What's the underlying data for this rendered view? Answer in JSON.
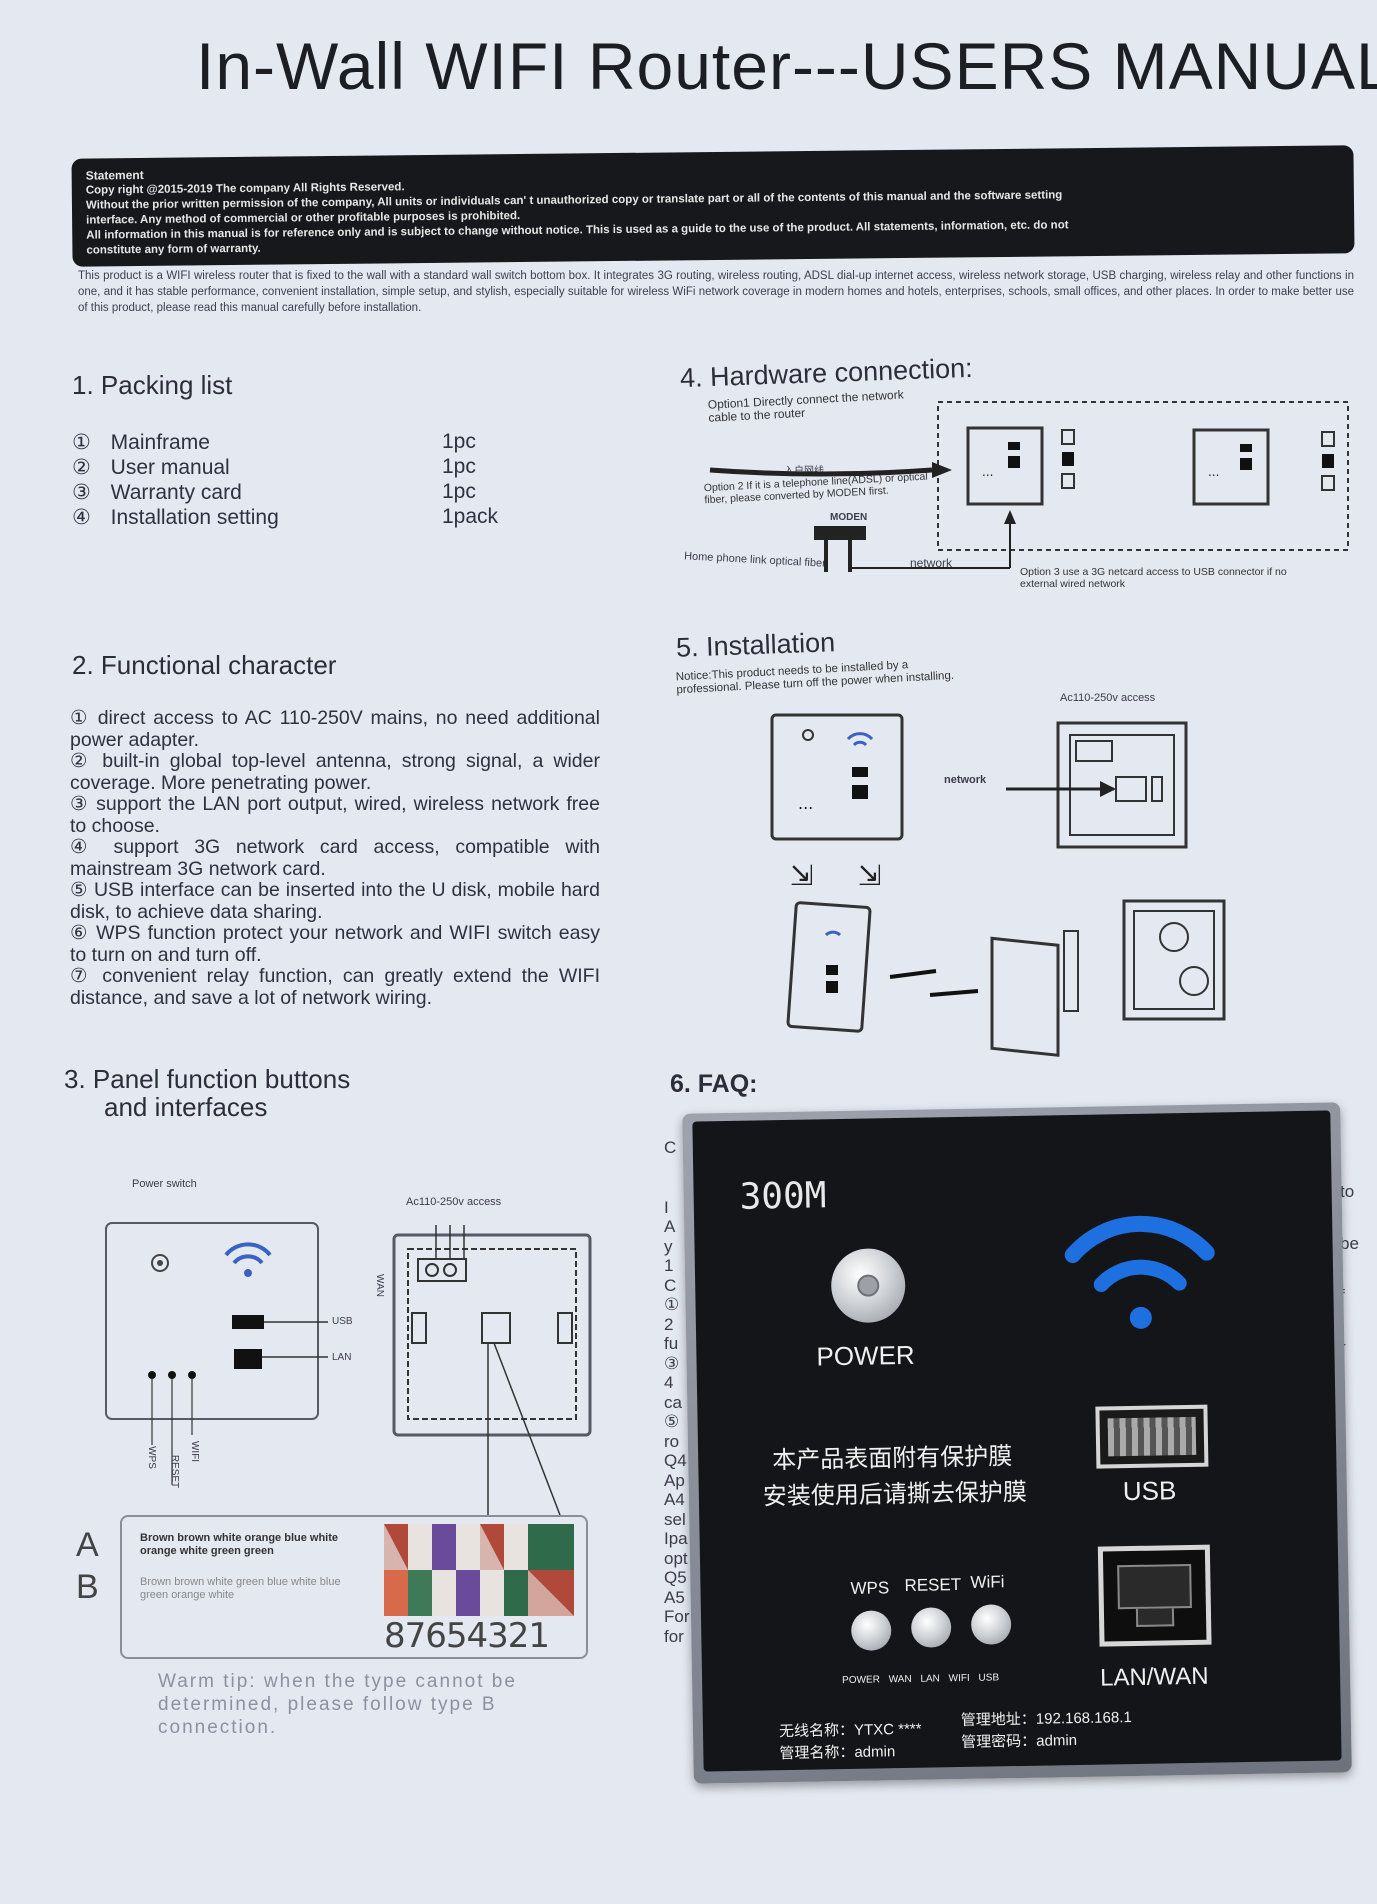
{
  "document": {
    "title": "In-Wall WIFI Router---USERS MANUAL",
    "statement": {
      "heading": "Statement",
      "lines": [
        "Copy right @2015-2019 The company All Rights Reserved.",
        "Without the prior written permission of the company, All units or individuals can' t unauthorized copy or translate part or all of the contents of this manual and the software setting",
        "interface. Any method of commercial or other profitable purposes is prohibited.",
        "All information in this manual is for reference only and is subject to change without notice. This is used as a guide to the use of the product. All statements, information, etc. do not",
        "constitute any form of warranty."
      ]
    },
    "intro": "This product is a WIFI wireless router that is fixed to the wall with a standard wall switch bottom box. It integrates 3G routing, wireless routing, ADSL dial-up internet access, wireless network storage, USB charging, wireless relay and other functions in one, and it has stable performance, convenient installation, simple setup, and stylish, especially suitable for wireless WiFi network coverage in modern homes and hotels, enterprises, schools, small offices, and other places. In order to make better use of this product, please read this manual carefully before installation."
  },
  "packing_list": {
    "heading": "1. Packing list",
    "items": [
      {
        "num": "①",
        "name": "Mainframe",
        "qty": "1pc"
      },
      {
        "num": "②",
        "name": "User manual",
        "qty": "1pc"
      },
      {
        "num": "③",
        "name": "Warranty card",
        "qty": "1pc"
      },
      {
        "num": "④",
        "name": "Installation setting",
        "qty": "1pack"
      }
    ]
  },
  "functional": {
    "heading": "2. Functional character",
    "items": [
      "① direct access to AC 110-250V mains, no need additional power adapter.",
      "② built-in global top-level antenna, strong signal, a wider coverage. More penetrating power.",
      "③ support the LAN port output, wired, wireless network free to choose.",
      "④ support 3G network card access, compatible with mainstream 3G network card.",
      "⑤ USB interface can be inserted into the U disk, mobile hard disk, to achieve data sharing.",
      "⑥ WPS function protect your network and WIFI switch easy to turn on and turn off.",
      "⑦ convenient relay function, can greatly extend the WIFI distance, and save a lot of network wiring."
    ]
  },
  "panel_section": {
    "heading_line1": "3. Panel function buttons",
    "heading_line2": "and interfaces",
    "power_switch": "Power switch",
    "ac_access": "Ac110-250v access",
    "usb": "USB",
    "lan": "LAN",
    "wan": "WAN",
    "wps": "WPS",
    "reset": "RESET",
    "wifi": "WIFI",
    "type_a_label": "A",
    "type_b_label": "B",
    "type_a": "Brown brown white orange blue white orange white green green",
    "type_b": "Brown brown white green blue white blue green orange white",
    "pins": "87654321",
    "tip": "Warm tip: when the type cannot be determined, please follow type B connection."
  },
  "hardware": {
    "heading": "4. Hardware connection:",
    "option1": "Option1 Directly connect the network cable to the router",
    "in_label": "入户网线",
    "option2": "Option 2 If it is a telephone line(ADSL) or optical fiber, please converted by MODEN first.",
    "moden": "MODEN",
    "home_line": "Home phone link optical fiber",
    "network": "network",
    "option3": "Option 3 use a 3G netcard access to USB connector if no external wired network"
  },
  "installation": {
    "heading": "5. Installation",
    "notice": "Notice:This product needs to be installed by a professional. Please turn off the power when installing.",
    "ac_access": "Ac110-250v access",
    "network": "network"
  },
  "faq": {
    "heading": "6. FAQ:",
    "left_fragments": [
      "C",
      "I",
      "A",
      "y",
      "1",
      "C",
      "①",
      "2",
      "fu",
      "③",
      "4",
      "ca",
      "⑤",
      "ro",
      "Q4",
      "Ap",
      "A4",
      "sel",
      "Ipa",
      "opt",
      "Q5",
      "A5",
      "For",
      "for"
    ],
    "right_fragments": [
      "to",
      "be",
      "f",
      "r",
      "l"
    ]
  },
  "product_panel": {
    "speed": "300M",
    "power": "POWER",
    "notice_cn_line1": "本产品表面附有保护膜",
    "notice_cn_line2": "安装使用后请撕去保护膜",
    "usb": "USB",
    "lanwan": "LAN/WAN",
    "wps": "WPS",
    "reset": "RESET",
    "wifi": "WiFi",
    "leds": "POWER WAN LAN WIFI USB",
    "ssid_label": "无线名称：",
    "ssid_value": "YTXC ****",
    "user_label": "管理名称：",
    "user_value": "admin",
    "addr_label": "管理地址：",
    "addr_value": "192.168.168.1",
    "pass_label": "管理密码：",
    "pass_value": "admin",
    "colors": {
      "wifi_blue": "#1e6fe0",
      "panel_black": "#141518"
    }
  }
}
